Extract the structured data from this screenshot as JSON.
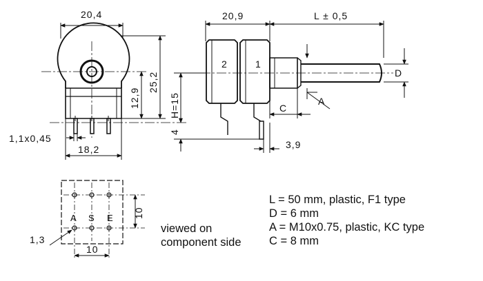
{
  "front_view": {
    "width_label": "20,4",
    "height_label": "25,2",
    "center_height_label": "12,9",
    "pin_spacing_label": "1,1x0,45",
    "pin_span_label": "18,2"
  },
  "side_view": {
    "body_length_label": "20,9",
    "shaft_length_label": "L ± 0,5",
    "shaft_diameter_label": "D",
    "collar_label": "C",
    "thread_label": "A",
    "height_label": "H=15",
    "pin_depth_label": "4",
    "pin_offset_label": "3,9",
    "section_2_label": "2",
    "section_1_label": "1"
  },
  "footprint": {
    "pin_a_label": "A",
    "pin_s_label": "S",
    "pin_e_label": "E",
    "grid_height_label": "10",
    "grid_width_label": "10",
    "hole_label": "1,3",
    "caption_line1": "viewed on",
    "caption_line2": "component side"
  },
  "specs": [
    "L = 50 mm, plastic, F1 type",
    "D = 6 mm",
    "A = M10x0.75, plastic, KC type",
    "C = 8 mm"
  ]
}
